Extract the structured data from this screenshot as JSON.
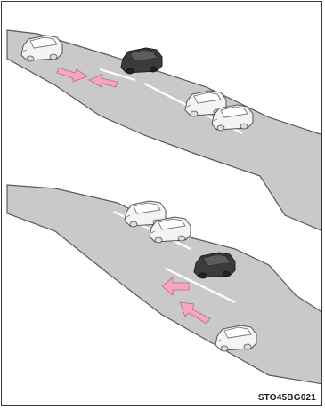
{
  "figure": {
    "code": "STO45BG021",
    "colors": {
      "road": "#c9c9c9",
      "road_edge": "#5a5a5a",
      "lane_line": "#ffffff",
      "car_white": "#f4f4f4",
      "car_dark": "#3b3b3b",
      "arrow_pink": "#f2a6c4"
    }
  },
  "panels": [
    {
      "name": "top-panel",
      "cars": [
        {
          "name": "merging-car",
          "shade": "white",
          "direction": "down-left"
        },
        {
          "name": "dark-car",
          "shade": "dark",
          "direction": "down-left"
        },
        {
          "name": "parked-car-1",
          "shade": "white",
          "direction": "down-left"
        },
        {
          "name": "parked-car-2",
          "shade": "white",
          "direction": "down-left"
        }
      ],
      "arrows": [
        {
          "name": "arrow-forward",
          "icon": "arrow-right-icon"
        },
        {
          "name": "arrow-back",
          "icon": "arrow-left-icon"
        }
      ]
    },
    {
      "name": "bottom-panel",
      "cars": [
        {
          "name": "parked-car-1",
          "shade": "white",
          "direction": "down-left"
        },
        {
          "name": "parked-car-2",
          "shade": "white",
          "direction": "down-left"
        },
        {
          "name": "dark-car",
          "shade": "dark",
          "direction": "down-left"
        },
        {
          "name": "approaching-car",
          "shade": "white",
          "direction": "down-left"
        }
      ],
      "arrows": [
        {
          "name": "arrow-left",
          "icon": "arrow-left-icon"
        },
        {
          "name": "arrow-up",
          "icon": "arrow-up-left-icon"
        }
      ]
    }
  ]
}
